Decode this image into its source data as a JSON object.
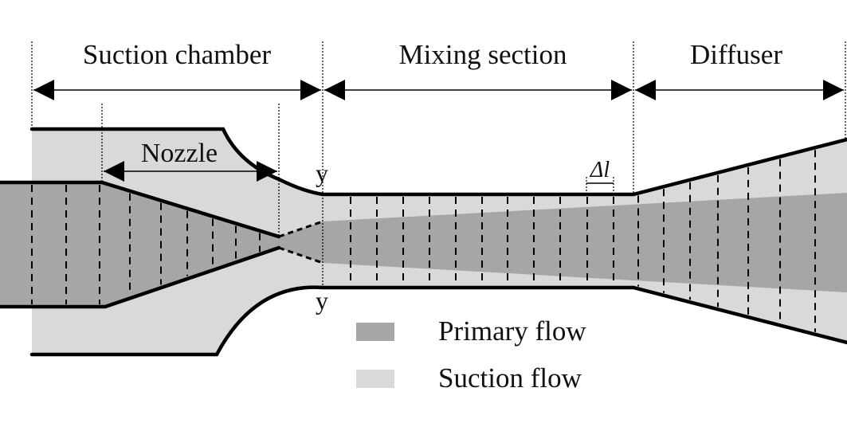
{
  "sections": {
    "suction_chamber": "Suction chamber",
    "mixing_section": "Mixing section",
    "diffuser": "Diffuser",
    "nozzle": "Nozzle"
  },
  "markers": {
    "plane_top": "y",
    "plane_bottom": "y",
    "delta_l": "Δl"
  },
  "legend": [
    {
      "label": "Primary flow",
      "color": "#a6a6a6"
    },
    {
      "label": "Suction flow",
      "color": "#d9d9d9"
    }
  ],
  "colors": {
    "primary": "#a6a6a6",
    "suction": "#d9d9d9",
    "wall": "#000000"
  }
}
